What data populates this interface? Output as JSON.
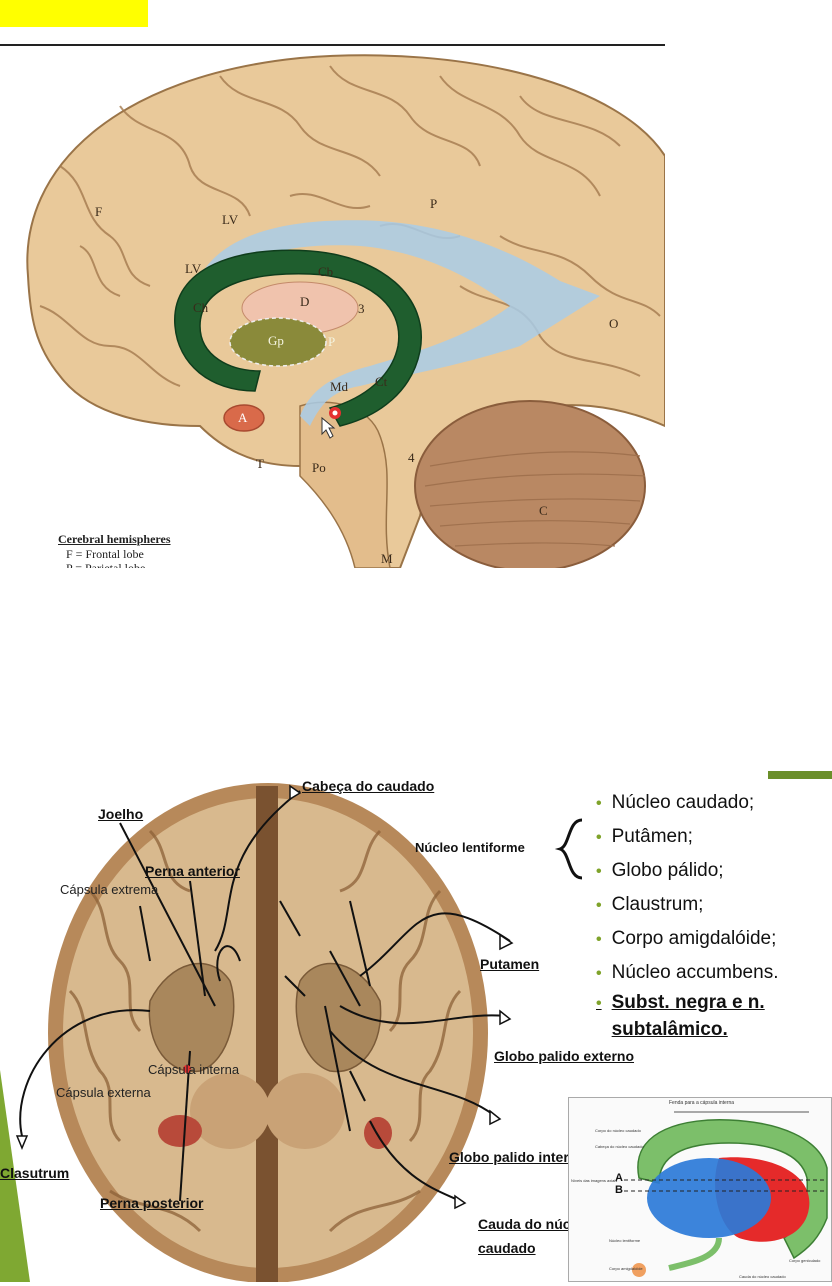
{
  "top_figure": {
    "labels": {
      "F": "F",
      "LV1": "LV",
      "LV2": "LV",
      "P_top": "P",
      "Cb": "Cb",
      "D": "D",
      "three": "3",
      "Ch": "Ch",
      "Gp": "Gp",
      "P_small": "P",
      "O": "O",
      "Md": "Md",
      "Ct": "Ct",
      "A": "A",
      "T": "T",
      "Po": "Po",
      "four": "4",
      "C": "C",
      "M": "M"
    },
    "legend_title": "Cerebral hemispheres",
    "legend_line1": "F = Frontal lobe",
    "legend_line2": "P = Parietal lobe"
  },
  "annotations": {
    "cabeca": "Cabeça do caudado",
    "joelho": "Joelho",
    "perna_anterior": "Perna anterior",
    "capsula_extrema": "Cápsula extrema",
    "capsula_interna": "Cápsula interna",
    "capsula_externa": "Cápsula externa",
    "putamen": "Putamen",
    "globo_externo": "Globo palido externo",
    "globo_interno": "Globo palido interno",
    "clasutrum": "Clasutrum",
    "perna_posterior": "Perna posterior",
    "cauda": "Cauda do núcleo",
    "cauda2": "caudado",
    "lentiforme": "Núcleo lentiforme"
  },
  "bullets": [
    "Núcleo caudado;",
    "Putâmen;",
    "Globo pálido;",
    "Claustrum;",
    "Corpo amigdalóide;",
    "Núcleo accumbens."
  ],
  "bullet_em": [
    "Subst. negra e n.",
    "subtalâmico."
  ],
  "inset": {
    "title": "Fenda para a cápsula interna",
    "A": "A",
    "B": "B",
    "labels": [
      "Corpo do núcleo caudado",
      "Cabeça do núcleo caudado",
      "Níveis das imagens axiais",
      "Núcleo lentiforme",
      "Corpo amigdalóide",
      "Cauda do núcleo caudado",
      "Corpo geniculado"
    ]
  },
  "colors": {
    "highlight": "#ffff00",
    "accent_green": "#7fa832"
  }
}
